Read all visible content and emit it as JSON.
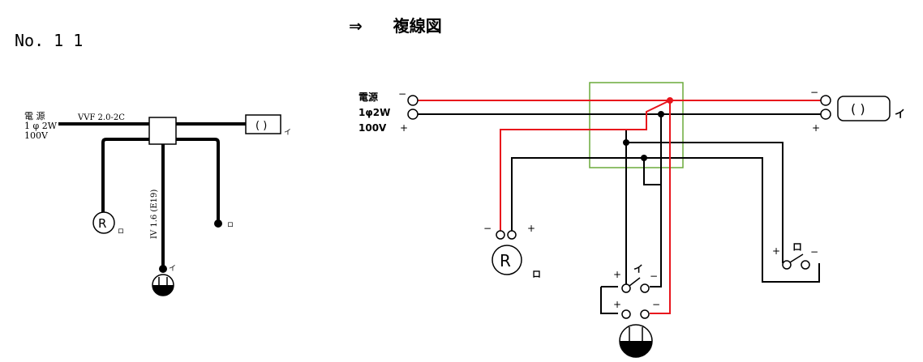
{
  "header": {
    "problem_number": "No. 1 1",
    "arrow": "⇒",
    "title": "複線図"
  },
  "single_line": {
    "power_label_line1": "電 源",
    "power_label_line2": "1 φ 2W",
    "power_label_line3": "100V",
    "cable_label": "VVF 2.0-2C",
    "iv_label": "IV 1.6 (E19)",
    "outlet_symbol": "( )",
    "outlet_tag": "イ",
    "receptacle_symbol": "R",
    "receptacle_tag": "ロ",
    "switch_ro_tag": "ロ",
    "switch_i_tag": "イ"
  },
  "wiring": {
    "power_line1": "電源",
    "power_line2": "1φ2W",
    "power_line3": "100V",
    "minus": "−",
    "plus": "+",
    "outlet_symbol": "( )",
    "outlet_tag": "イ",
    "receptacle_symbol": "R",
    "receptacle_tag": "ロ",
    "switch_i_tag": "イ",
    "switch_ro_tag": "ロ"
  },
  "colors": {
    "hot_wire": "#e8141c",
    "neutral_wire": "#000000",
    "junction_box": "#6aaa3a"
  }
}
